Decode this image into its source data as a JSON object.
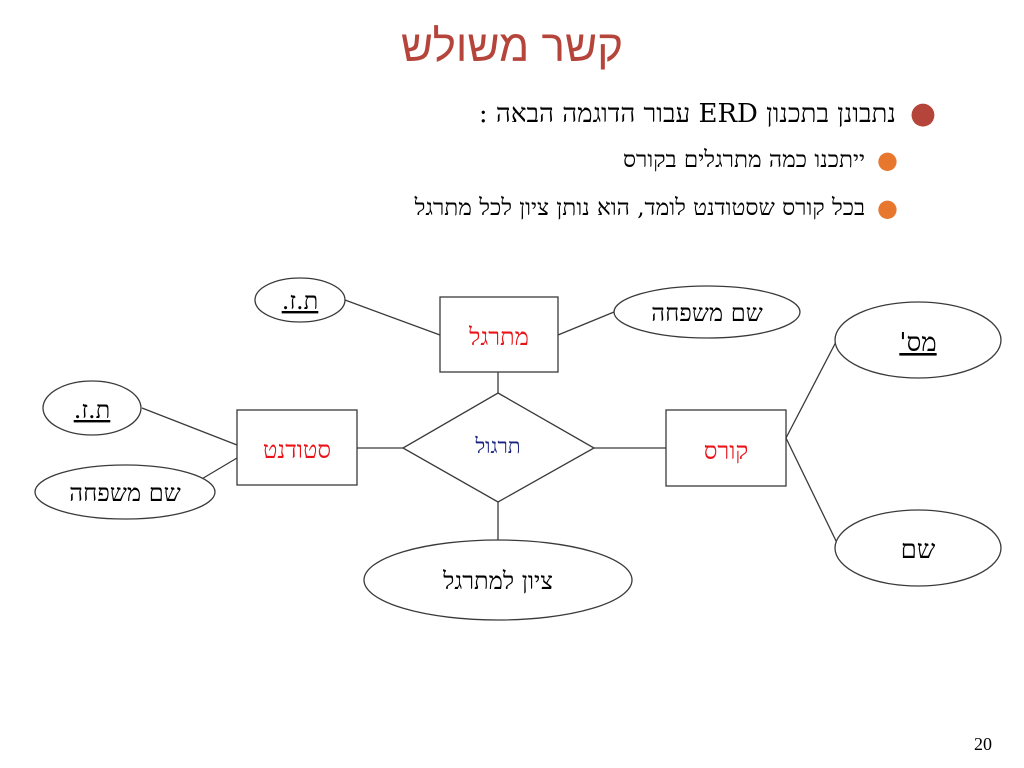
{
  "title": "קשר משולש",
  "bullets": {
    "main": {
      "before": "נתבונן בתכנון",
      "acronym": "ERD",
      "after": "עבור הדוגמה הבאה :"
    },
    "sub": [
      "ייתכנו כמה מתרגלים בקורס",
      "בכל קורס שסטודנט לומד, הוא נותן ציון לכל מתרגל"
    ]
  },
  "diagram": {
    "entities": {
      "tutor": "מתרגל",
      "student": "סטודנט",
      "course": "קורס"
    },
    "relationship": "תרגול",
    "attributes": {
      "tutor_id": "ת.ז.",
      "tutor_lastname": "שם משפחה",
      "student_id": "ת.ז.",
      "student_lastname": "שם משפחה",
      "course_number": "מס'",
      "course_name": "שם",
      "grade": "ציון למתרגל"
    }
  },
  "colors": {
    "title": "#b5453a",
    "entity_text": "#e8141a",
    "relationship_text": "#1a237e",
    "bullet_main": "#b5453a",
    "bullet_sub": "#e8772e"
  },
  "page_number": "20"
}
